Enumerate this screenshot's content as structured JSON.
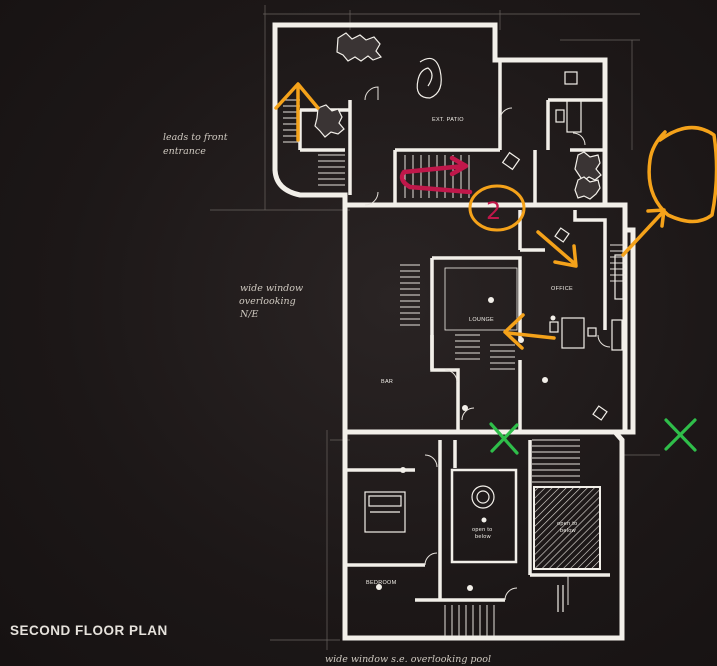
{
  "title": "SECOND FLOOR PLAN",
  "rooms": {
    "ext_patio": "EXT. PATIO",
    "lounge": "LOUNGE",
    "office": "OFFICE",
    "bar": "BAR",
    "bedroom": "BEDROOM",
    "open_to_below_1": [
      "open to",
      "below"
    ],
    "open_to_below_2": [
      "open to",
      "below"
    ]
  },
  "notes": {
    "front_entrance": [
      "leads to front",
      "entrance"
    ],
    "wide_window_ne": [
      "wide window",
      "overlooking",
      "N/E"
    ],
    "wide_window_pool": "wide window s.e. overlooking pool"
  },
  "annotations": {
    "marker_number": "2",
    "colors": {
      "orange": "#f4a21a",
      "crimson": "#c0174a",
      "green": "#2fbe4a",
      "wall": "#f2efe9"
    },
    "icons": [
      "up-arrow-orange",
      "crimson-arrow",
      "orange-circle-2",
      "orange-diagonal-arrow",
      "orange-right-arrow-to-oval",
      "orange-left-arrow-lounge",
      "green-x-mark"
    ]
  }
}
